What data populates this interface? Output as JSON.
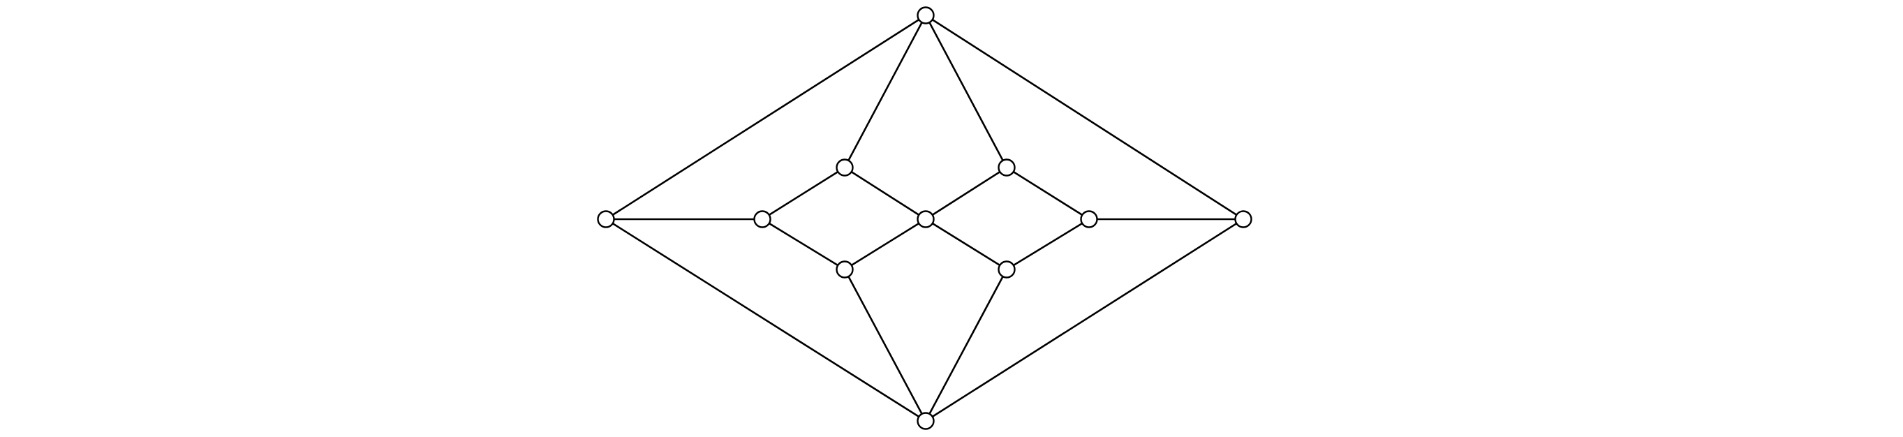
{
  "diagram": {
    "type": "graph",
    "nodes": [
      {
        "id": "top"
      },
      {
        "id": "left"
      },
      {
        "id": "right"
      },
      {
        "id": "bottom"
      },
      {
        "id": "inner-left"
      },
      {
        "id": "inner-right"
      },
      {
        "id": "center"
      },
      {
        "id": "upper-left"
      },
      {
        "id": "upper-right"
      },
      {
        "id": "lower-left"
      },
      {
        "id": "lower-right"
      }
    ],
    "edges": [
      [
        "top",
        "left"
      ],
      [
        "top",
        "right"
      ],
      [
        "top",
        "upper-left"
      ],
      [
        "top",
        "upper-right"
      ],
      [
        "bottom",
        "left"
      ],
      [
        "bottom",
        "right"
      ],
      [
        "bottom",
        "lower-left"
      ],
      [
        "bottom",
        "lower-right"
      ],
      [
        "left",
        "inner-left"
      ],
      [
        "right",
        "inner-right"
      ],
      [
        "inner-left",
        "upper-left"
      ],
      [
        "inner-left",
        "lower-left"
      ],
      [
        "inner-right",
        "upper-right"
      ],
      [
        "inner-right",
        "lower-right"
      ],
      [
        "upper-left",
        "center"
      ],
      [
        "upper-right",
        "center"
      ],
      [
        "lower-left",
        "center"
      ],
      [
        "lower-right",
        "center"
      ]
    ],
    "colors": {
      "edge": "#000000",
      "node_fill": "#ffffff",
      "node_stroke": "#000000",
      "background": "#ffffff"
    }
  }
}
